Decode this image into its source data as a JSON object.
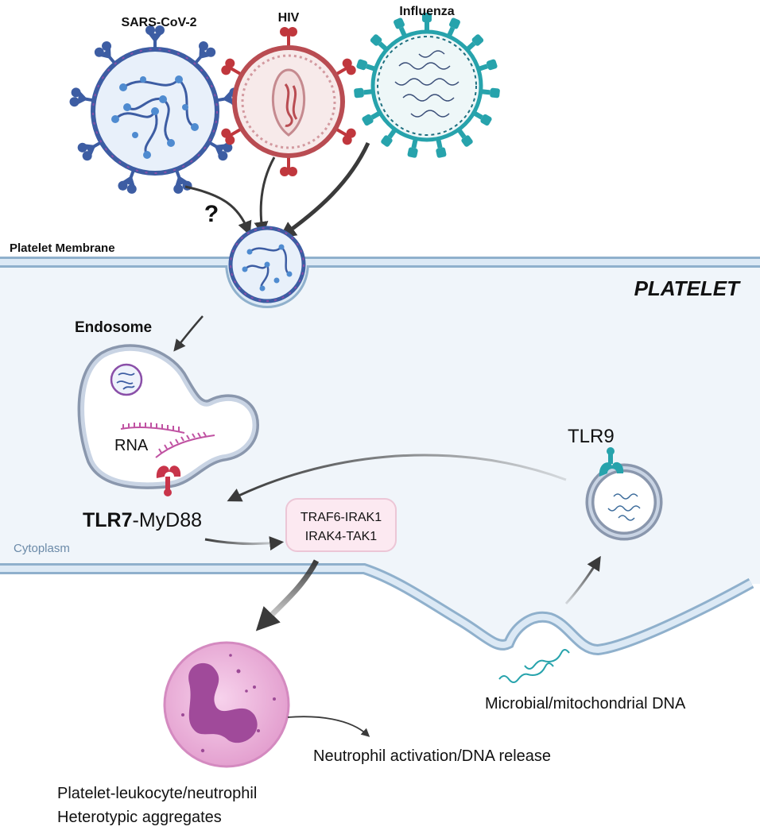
{
  "viruses": {
    "sars": "SARS-CoV-2",
    "hiv": "HIV",
    "influenza": "Influenza",
    "unknown_mark": "?"
  },
  "cell": {
    "membrane_label": "Platelet Membrane",
    "platelet_label": "PLATELET",
    "endosome_label": "Endosome",
    "rna_label": "RNA",
    "cytoplasm_label": "Cytoplasm"
  },
  "signaling": {
    "tlr7_bold": "TLR7",
    "tlr7_rest": "-MyD88",
    "complex_line1": "TRAF6-IRAK1",
    "complex_line2": "IRAK4-TAK1",
    "tlr9_label": "TLR9"
  },
  "outcomes": {
    "dna_label": "Microbial/mitochondrial DNA",
    "neutrophil_label": "Neutrophil activation/DNA release",
    "aggregates_line1": "Platelet-leukocyte/neutrophil",
    "aggregates_line2": "Heterotypic aggregates"
  },
  "colors": {
    "membrane": "#a7c4dc",
    "cytoplasm": "#f1f6fb",
    "sars": "#3d5da3",
    "hiv": "#c0373d",
    "influenza": "#27a3ac",
    "tlr7": "#c8344a",
    "neutrophil": "#e9a9d8",
    "nucleus": "#a04a9a"
  }
}
